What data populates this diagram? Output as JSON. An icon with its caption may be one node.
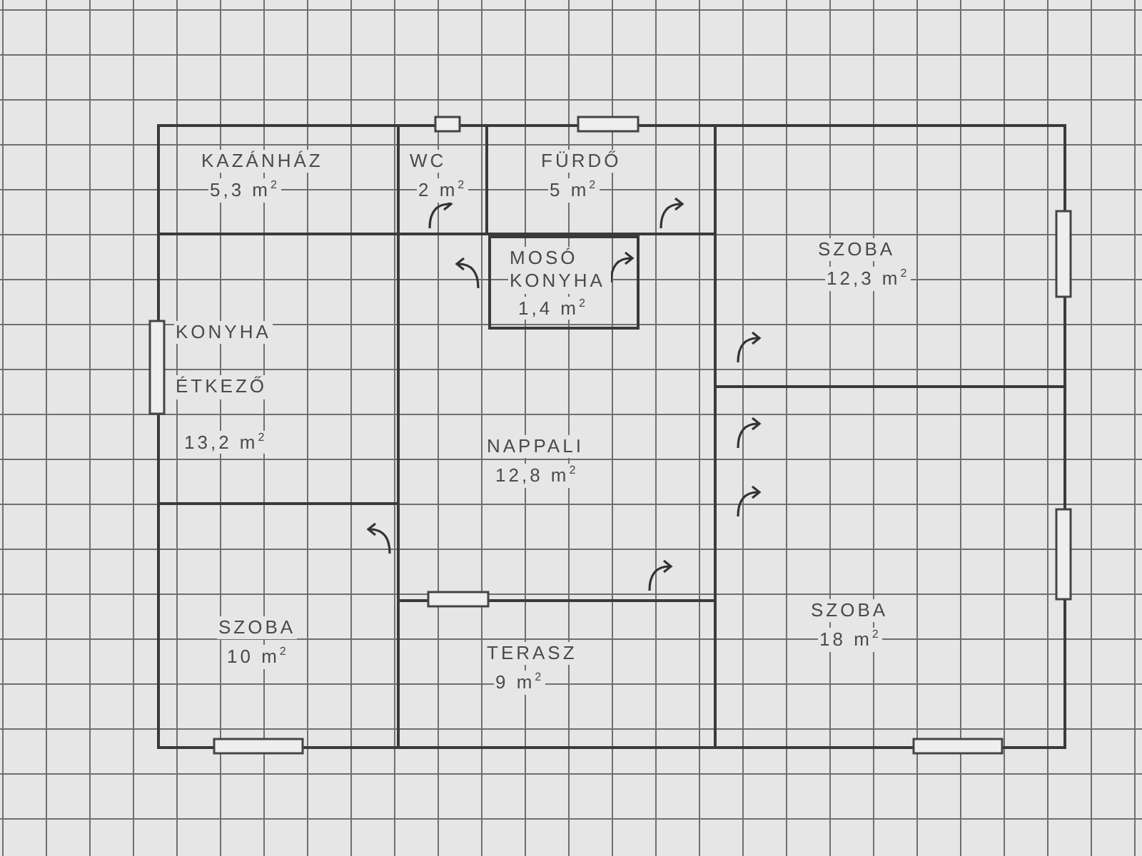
{
  "diagram": {
    "nodes": [
      {
        "text": [
          "KAZÁNHÁZ",
          "5,3 m$^{2}$"
        ]
      },
      {
        "text": [
          "WC",
          "2 m$^{2}$"
        ]
      },
      {
        "text": [
          "FÜRDŐ",
          "5 m$^{2}$"
        ]
      },
      {
        "text": [
          "SZOBA",
          "12,3 m$^{2}$"
        ]
      },
      {
        "text": [
          "KONYHA",
          "ÉTKEZŐ",
          "13,2 m$^{2}$"
        ]
      },
      {
        "text": [
          "NAPPALI",
          "12,8 m$^{2}$"
        ]
      },
      {
        "text": [
          "MOSÓ KONYHA",
          "1,4 m$^{2}$"
        ],
        "in": 5
      },
      {
        "text": [
          "SZOBA",
          "10 m$^{2}$"
        ]
      },
      {
        "text": [
          "TERASZ",
          "9 m$^{2}$"
        ]
      },
      {
        "text": [
          "SZOBA",
          "18 m$^{2}$"
        ]
      }
    ]
  }
}
